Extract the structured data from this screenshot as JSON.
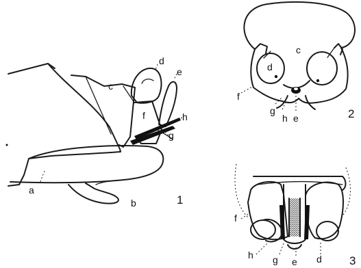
{
  "figures": [
    {
      "number": "1",
      "labels": {
        "a": "a",
        "b": "b",
        "c": "c",
        "d": "d",
        "e": "e",
        "f": "f",
        "g": "g",
        "h": "h"
      }
    },
    {
      "number": "2",
      "labels": {
        "c": "c",
        "d": "d",
        "e": "e",
        "f": "f",
        "g": "g",
        "h": "h"
      }
    },
    {
      "number": "3",
      "labels": {
        "d": "d",
        "e": "e",
        "f": "f",
        "g": "g",
        "h": "h"
      }
    }
  ]
}
